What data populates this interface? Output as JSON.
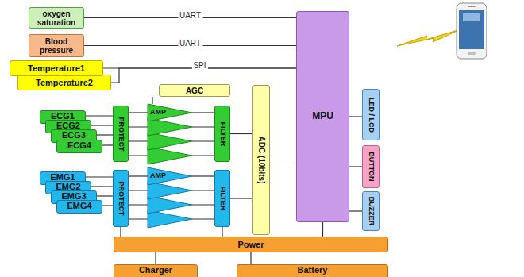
{
  "diagram": {
    "nodes": [
      {
        "text": [
          "oxygen saturation"
        ]
      },
      {
        "text": [
          "Blood pressure"
        ]
      },
      {
        "text": [
          "Temperature1"
        ]
      },
      {
        "text": [
          "Temperature2"
        ]
      },
      {
        "text": [
          "AGC"
        ]
      },
      {
        "text": [
          "ECG1"
        ]
      },
      {
        "text": [
          "ECG2"
        ]
      },
      {
        "text": [
          "ECG3"
        ]
      },
      {
        "text": [
          "ECG4"
        ]
      },
      {
        "text": [
          "PROTECT"
        ]
      },
      {
        "text": [
          "AMP"
        ]
      },
      {
        "text": [
          "FILTER"
        ]
      },
      {
        "text": [
          "ADC (10bits)"
        ]
      },
      {
        "text": [
          "MPU"
        ]
      },
      {
        "text": [
          "LED / LCD"
        ]
      },
      {
        "text": [
          "BUTTON"
        ]
      },
      {
        "text": [
          "BUZZER"
        ]
      },
      {
        "text": [
          "EMG1"
        ]
      },
      {
        "text": [
          "EMG2"
        ]
      },
      {
        "text": [
          "EMG3"
        ]
      },
      {
        "text": [
          "EMG4"
        ]
      },
      {
        "text": [
          "PROTECT"
        ]
      },
      {
        "text": [
          "AMP"
        ]
      },
      {
        "text": [
          "FILTER"
        ]
      },
      {
        "text": [
          "Power"
        ]
      },
      {
        "text": [
          "Charger"
        ]
      },
      {
        "text": [
          "Battery"
        ]
      }
    ],
    "edges": [
      {
        "from": 0,
        "to": 13,
        "label": "UART",
        "arrow": "none"
      },
      {
        "from": 1,
        "to": 13,
        "label": "UART",
        "arrow": "none"
      },
      {
        "from": 2,
        "to": 13,
        "label": "SPI",
        "arrow": "none"
      },
      {
        "from": 3,
        "to": 13,
        "arrow": "none"
      },
      {
        "from": 4,
        "to": 10,
        "arrow": "none"
      },
      {
        "from": 5,
        "to": 9,
        "arrow": "none"
      },
      {
        "from": 6,
        "to": 9,
        "arrow": "none"
      },
      {
        "from": 7,
        "to": 9,
        "arrow": "none"
      },
      {
        "from": 8,
        "to": 9,
        "arrow": "none"
      },
      {
        "from": 9,
        "to": 10,
        "arrow": "none"
      },
      {
        "from": 10,
        "to": 11,
        "arrow": "none"
      },
      {
        "from": 11,
        "to": 12,
        "arrow": "none"
      },
      {
        "from": 12,
        "to": 13,
        "arrow": "none"
      },
      {
        "from": 17,
        "to": 21,
        "arrow": "none"
      },
      {
        "from": 18,
        "to": 21,
        "arrow": "none"
      },
      {
        "from": 19,
        "to": 21,
        "arrow": "none"
      },
      {
        "from": 20,
        "to": 21,
        "arrow": "none"
      },
      {
        "from": 21,
        "to": 22,
        "arrow": "none"
      },
      {
        "from": 22,
        "to": 23,
        "arrow": "none"
      },
      {
        "from": 23,
        "to": 12,
        "arrow": "none"
      },
      {
        "from": 13,
        "to": 14,
        "arrow": "none"
      },
      {
        "from": 13,
        "to": 15,
        "arrow": "none"
      },
      {
        "from": 13,
        "to": 16,
        "arrow": "none"
      },
      {
        "from": 24,
        "to": 13,
        "arrow": "none"
      },
      {
        "from": 24,
        "to": 21,
        "arrow": "none"
      },
      {
        "from": 24,
        "to": 23,
        "arrow": "none"
      },
      {
        "from": 24,
        "to": 25,
        "arrow": "none"
      },
      {
        "from": 24,
        "to": 26,
        "arrow": "none"
      }
    ]
  }
}
